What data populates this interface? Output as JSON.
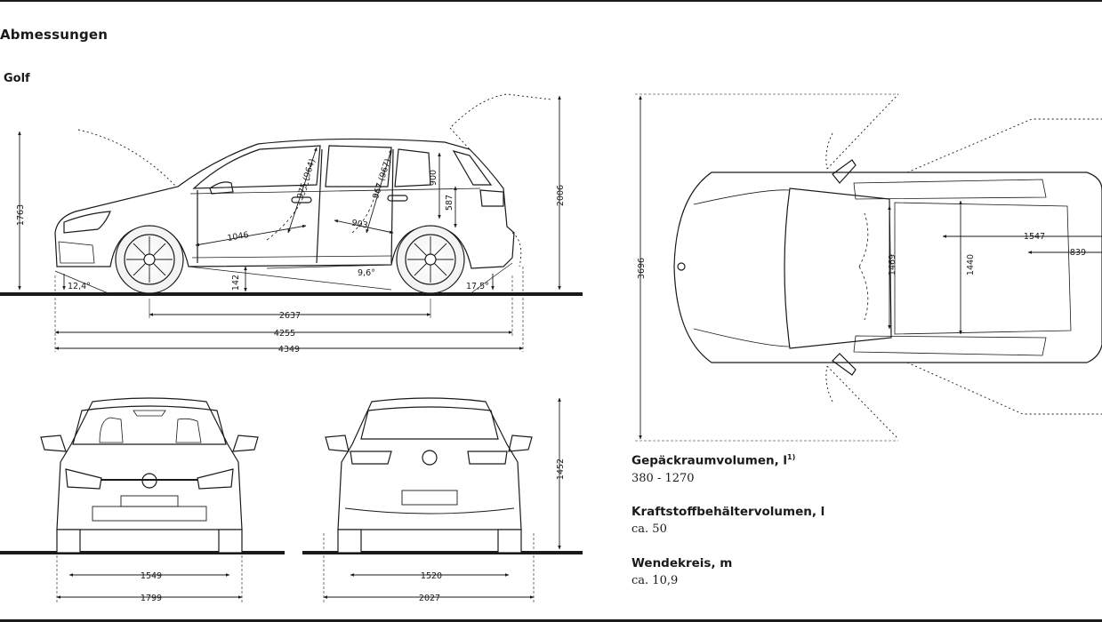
{
  "page": {
    "heading": "Abmessungen",
    "model": "Golf"
  },
  "dimensions": {
    "side": {
      "height": "1763",
      "height_open_hatch": "2006",
      "wheelbase": "2637",
      "length": "4255",
      "length_total": "4349",
      "ground_clearance": "142",
      "approach_angle": "12,4°",
      "departure_angle": "17,5°",
      "ramp_angle": "9,6°",
      "front_headroom": "975 (964)",
      "rear_headroom": "967 (967)",
      "front_legroom": "1046",
      "rear_legroom": "903",
      "hatch_height": "900",
      "load_sill": "587"
    },
    "front": {
      "track": "1549",
      "width_mirrors": "1799"
    },
    "rear": {
      "track": "1520",
      "width_mirrors": "2027",
      "height": "1452"
    },
    "top": {
      "length_open_doors": "3696",
      "front_shoulder": "1469",
      "rear_shoulder": "1440",
      "load_length": "1547",
      "load_width": "839"
    }
  },
  "specs": [
    {
      "label": "Gepäckraumvolumen, l",
      "note": "1)",
      "value": "380 - 1270"
    },
    {
      "label": "Kraftstoffbehältervolumen, l",
      "note": "",
      "value": "ca. 50"
    },
    {
      "label": "Wendekreis, m",
      "note": "",
      "value": "ca. 10,9"
    }
  ]
}
